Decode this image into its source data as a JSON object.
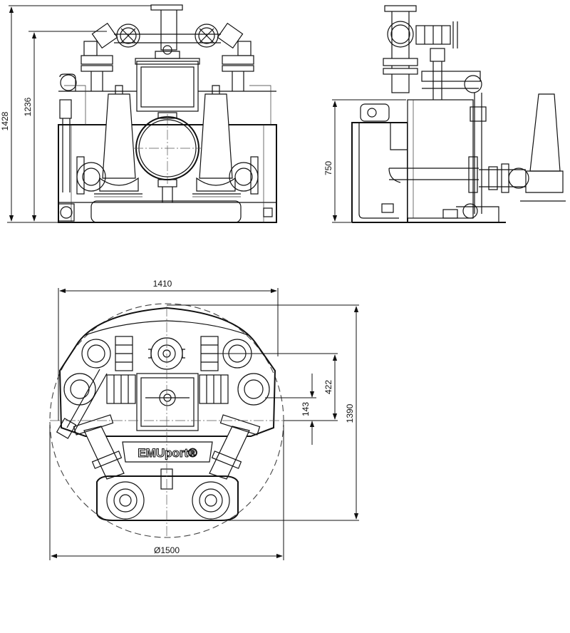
{
  "drawing": {
    "front_view": {
      "dim_total_height": "1428",
      "dim_inlet_height": "1236"
    },
    "side_view": {
      "dim_outlet_height": "750"
    },
    "plan_view": {
      "dim_width": "1410",
      "dim_depth": "1390",
      "dim_offset_large": "422",
      "dim_offset_small": "143",
      "dim_diameter": "Ø1500",
      "brand_logo": "EMUport®"
    }
  }
}
